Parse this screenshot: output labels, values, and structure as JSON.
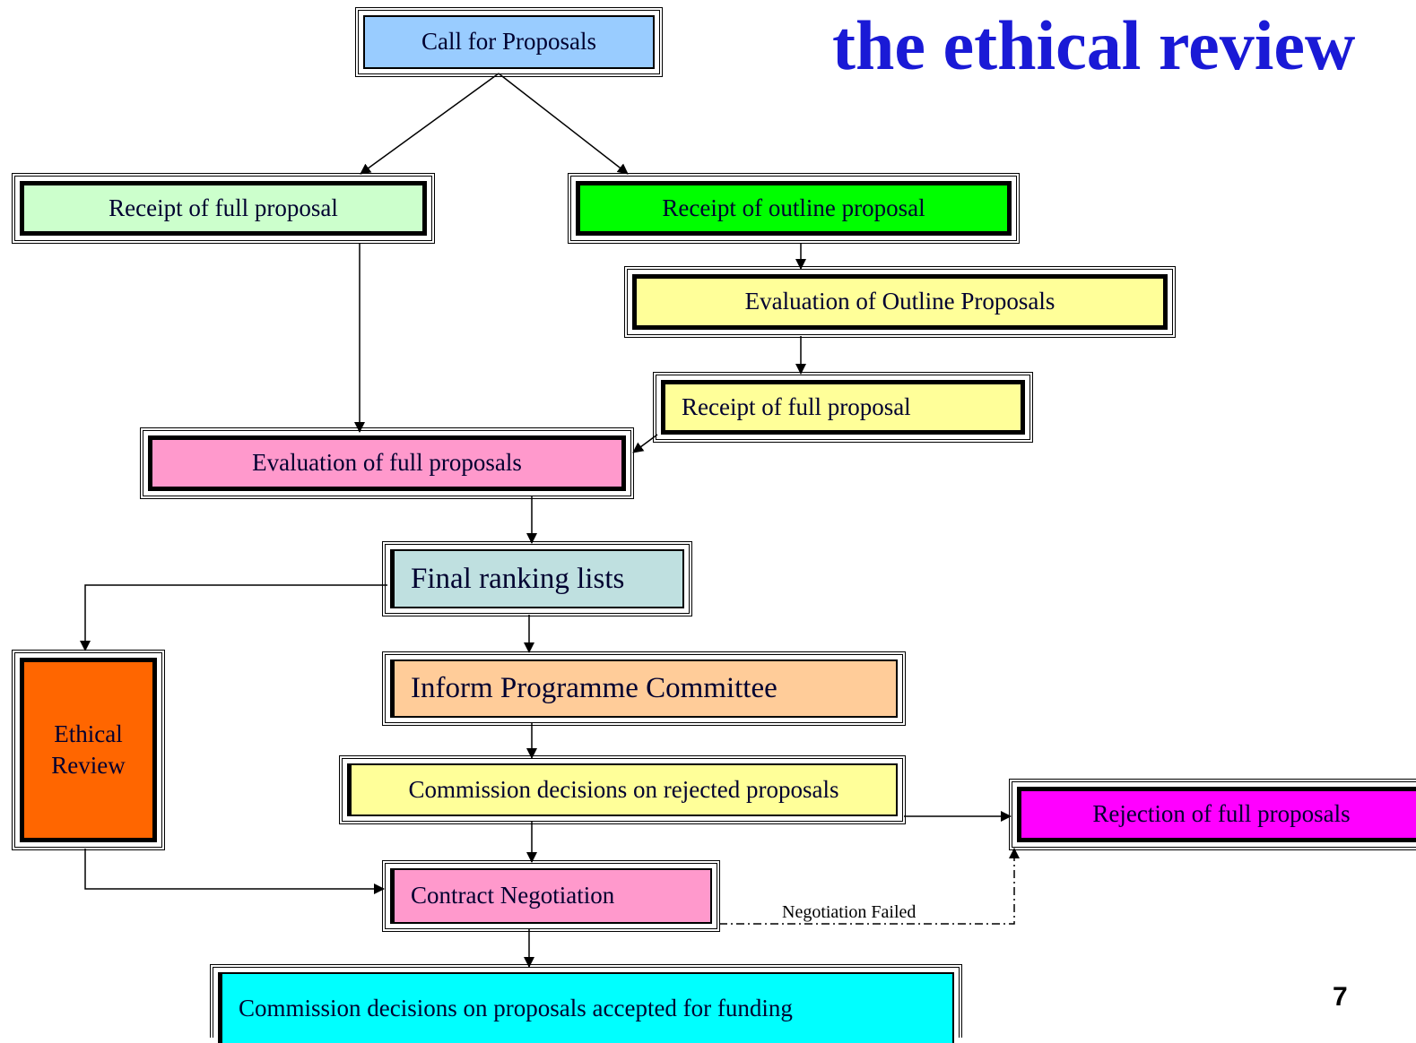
{
  "title": "the ethical review",
  "page_number": "7",
  "nodes": {
    "call": "Call for Proposals",
    "receipt_full_left": "Receipt of full proposal",
    "receipt_outline": "Receipt of outline proposal",
    "eval_outline": "Evaluation of Outline Proposals",
    "receipt_full_right": "Receipt of full proposal",
    "eval_full": "Evaluation of full proposals",
    "final_ranking": "Final ranking lists",
    "inform_pc": "Inform Programme Committee",
    "ethical_review": "Ethical\nReview",
    "decisions_rejected": "Commission decisions on rejected proposals",
    "rejection": "Rejection of full proposals",
    "contract": "Contract Negotiation",
    "decisions_accepted": "Commission decisions on proposals accepted for funding"
  },
  "edge_labels": {
    "negotiation_failed": "Negotiation Failed"
  },
  "colors": {
    "call": "#99ccff",
    "receipt_full_left": "#ccffcc",
    "receipt_outline": "#00ff00",
    "eval_outline": "#ffff99",
    "receipt_full_right": "#ffff99",
    "eval_full": "#ff99cc",
    "final_ranking": "#bfe0e0",
    "inform_pc": "#ffcc99",
    "ethical_review": "#ff6600",
    "decisions_rejected": "#ffff99",
    "rejection": "#ff00ff",
    "contract": "#ff99cc",
    "decisions_accepted": "#00ffff",
    "title": "#1a1ad6"
  }
}
